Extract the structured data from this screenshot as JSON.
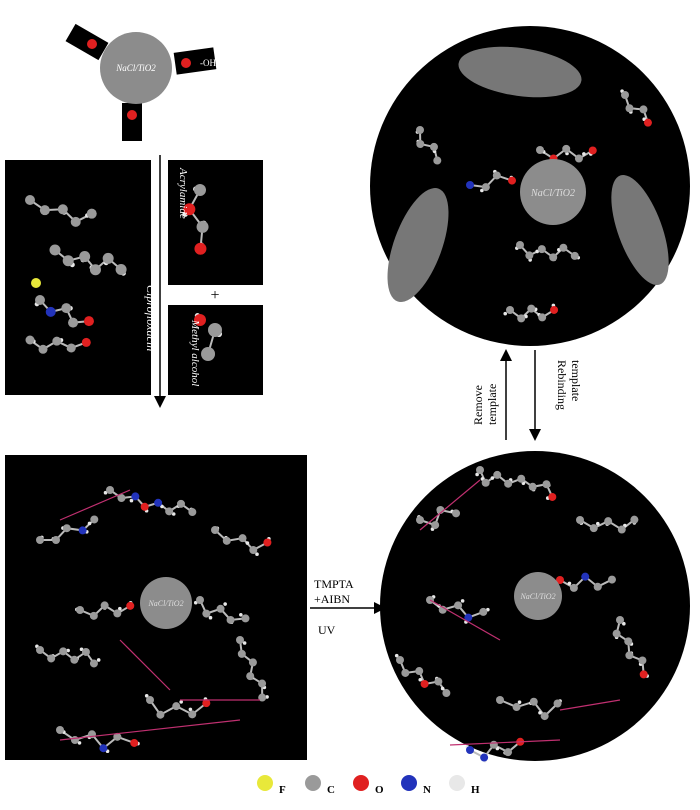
{
  "particle_label": "NaCl/TiO2",
  "hydroxyl_label": "-OH",
  "reagents": {
    "template": "Ciprofloxacin",
    "monomer": "Acrylamide",
    "plus": "+",
    "solvent": "Methyl alcohol"
  },
  "steps": {
    "polymerization_line1": "TMPTA",
    "polymerization_line2": "+AIBN",
    "polymerization_line3": "UV",
    "remove_line1": "Remove",
    "remove_line2": "template",
    "rebind_line1": "Rebinding",
    "rebind_line2": "template"
  },
  "legend": [
    {
      "symbol": "F",
      "color": "#e8e83a"
    },
    {
      "symbol": "C",
      "color": "#9a9a9a"
    },
    {
      "symbol": "O",
      "color": "#e02020"
    },
    {
      "symbol": "N",
      "color": "#2233bb"
    },
    {
      "symbol": "H",
      "color": "#e8e8e8"
    }
  ]
}
